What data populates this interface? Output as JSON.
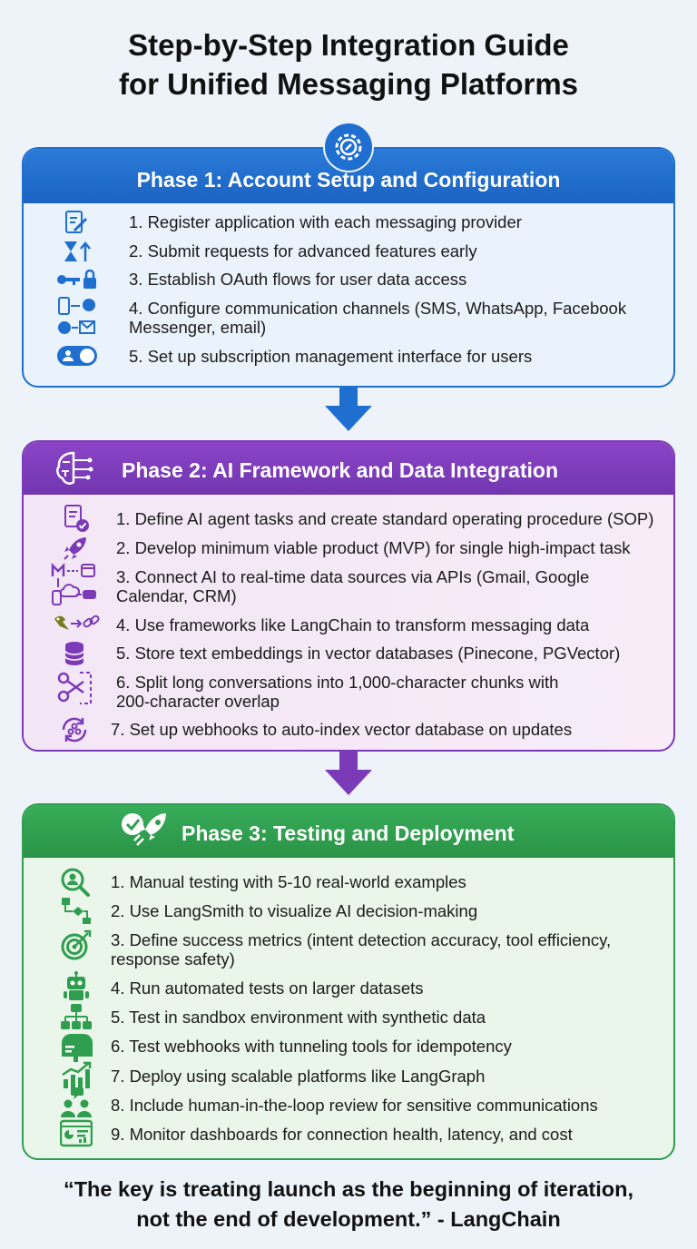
{
  "title_line1": "Step-by-Step Integration Guide",
  "title_line2": "for Unified Messaging Platforms",
  "colors": {
    "phase1": "#1f6fd0",
    "phase1_bg": "#eaf3fc",
    "phase2": "#7b3bb8",
    "phase2_bg": "#f5e9f8",
    "phase3": "#2f9e4f",
    "phase3_bg": "#eaf6ea"
  },
  "phases": [
    {
      "title": "Phase 1: Account Setup and Configuration",
      "header_icon": "gear-chat-icon",
      "steps": [
        {
          "text": "1.  Register application with each messaging provider",
          "icon": "edit-document-icon"
        },
        {
          "text": "2. Submit requests for advanced features early",
          "icon": "hourglass-arrow-icon"
        },
        {
          "text": "3. Establish OAuth flows for user data access",
          "icon": "key-lock-icon"
        },
        {
          "text": "4. Configure communication channels (SMS, WhatsApp, Facebook\n    Messenger, email)",
          "icon": "channels-icon"
        },
        {
          "text": "5. Set up subscription management interface for users",
          "icon": "toggle-user-icon"
        }
      ]
    },
    {
      "title": "Phase 2: AI Framework and Data Integration",
      "header_icon": "brain-circuit-icon",
      "steps": [
        {
          "text": "1.  Define AI agent tasks and create standard operating procedure (SOP)",
          "icon": "document-check-icon"
        },
        {
          "text": "2. Develop minimum viable product (MVP) for single high-impact task",
          "icon": "rocket-icon"
        },
        {
          "text": "3. Connect AI to real-time data sources via APIs (Gmail, Google\n    Calendar, CRM)",
          "icon": "data-sources-icon"
        },
        {
          "text": "4. Use frameworks like LangChain to transform messaging data",
          "icon": "parrot-link-icon"
        },
        {
          "text": "5. Store text embeddings in vector databases (Pinecone, PGVector)",
          "icon": "database-icon"
        },
        {
          "text": "6. Split long conversations into 1,000-character chunks with\n    200-character overlap",
          "icon": "scissors-icon"
        },
        {
          "text": "7. Set up webhooks to auto-index vector database on updates",
          "icon": "webhook-sync-icon"
        }
      ]
    },
    {
      "title": "Phase 3: Testing and Deployment",
      "header_icon": "check-rocket-icon",
      "steps": [
        {
          "text": "1.  Manual testing with 5-10 real-world examples",
          "icon": "magnifier-user-icon"
        },
        {
          "text": "2. Use LangSmith to visualize AI decision-making",
          "icon": "flow-diagram-icon"
        },
        {
          "text": "3. Define success metrics (intent detection accuracy, tool efficiency,\n    response safety)",
          "icon": "target-icon"
        },
        {
          "text": "4. Run automated tests on larger datasets",
          "icon": "robot-icon"
        },
        {
          "text": "5. Test in sandbox environment with synthetic data",
          "icon": "network-icon"
        },
        {
          "text": "6. Test webhooks with tunneling tools for idempotency",
          "icon": "mailbox-icon"
        },
        {
          "text": "7. Deploy using scalable platforms like LangGraph",
          "icon": "growth-chart-icon"
        },
        {
          "text": "8. Include human-in-the-loop review for sensitive communications",
          "icon": "people-review-icon"
        },
        {
          "text": "9. Monitor dashboards for connection health, latency, and cost",
          "icon": "dashboard-icon"
        }
      ]
    }
  ],
  "quote_line1": "“The key is treating launch as the beginning of iteration,",
  "quote_line2": "not the end of development.” - LangChain"
}
